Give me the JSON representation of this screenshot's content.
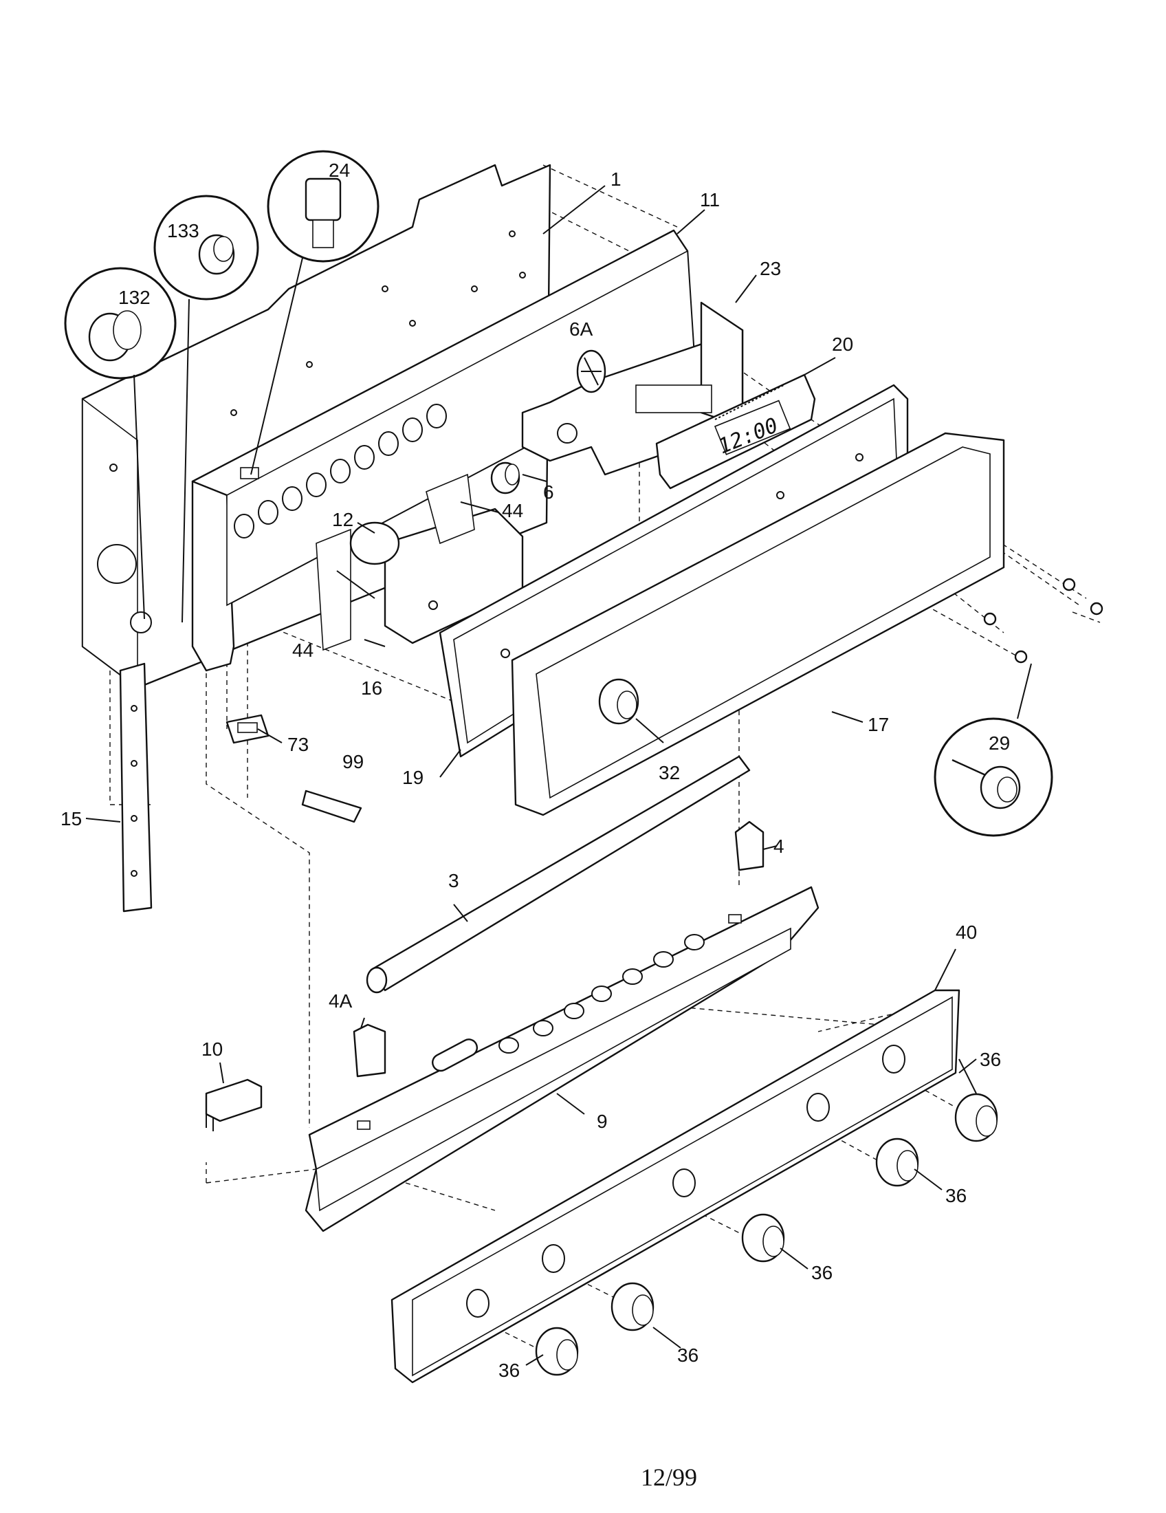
{
  "diagram": {
    "footer_date": "12/99",
    "clock_display": "12:00",
    "labels": {
      "p1": "1",
      "p3": "3",
      "p4": "4",
      "p4A": "4A",
      "p6": "6",
      "p6A": "6A",
      "p9": "9",
      "p10": "10",
      "p11": "11",
      "p12": "12",
      "p15": "15",
      "p16": "16",
      "p17": "17",
      "p19": "19",
      "p20": "20",
      "p23": "23",
      "p24": "24",
      "p29": "29",
      "p32": "32",
      "p36": "36",
      "p40": "40",
      "p44": "44",
      "p73": "73",
      "p99": "99",
      "p132": "132",
      "p133": "133"
    }
  }
}
